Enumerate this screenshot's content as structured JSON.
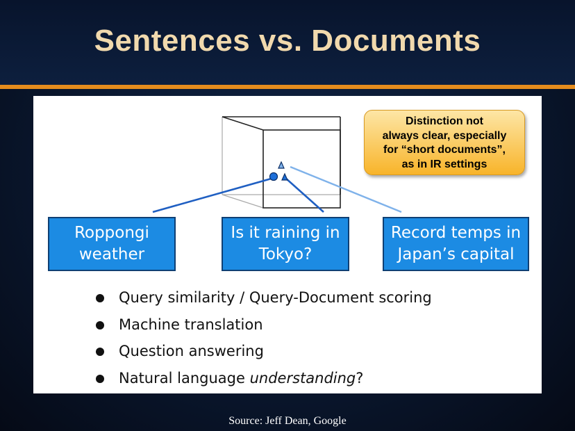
{
  "slide": {
    "title": "Sentences vs. Documents",
    "source": "Source: Jeff Dean, Google"
  },
  "callout": {
    "lines": [
      "Distinction not",
      "always clear, especially",
      "for “short documents”,",
      "as in IR settings"
    ]
  },
  "queries": [
    {
      "lines": [
        "Roppongi",
        "weather"
      ]
    },
    {
      "lines": [
        "Is it raining in",
        "Tokyo?"
      ]
    },
    {
      "lines": [
        "Record temps in",
        "Japan’s capital"
      ]
    }
  ],
  "bullets": [
    {
      "text": "Query similarity / Query-Document scoring",
      "emphasis": ""
    },
    {
      "text": "Machine translation",
      "emphasis": ""
    },
    {
      "text": "Question answering",
      "emphasis": ""
    },
    {
      "text": "Natural language ",
      "emphasis": "understanding",
      "suffix": "?"
    }
  ],
  "colors": {
    "title": "#f1d9ad",
    "title_rule": "#e58c1d",
    "query_box": "#1c8be3",
    "callout": "#f8b42a",
    "marker_fill": "#1e6fd9"
  },
  "markers": [
    "circle",
    "triangle",
    "triangle"
  ]
}
